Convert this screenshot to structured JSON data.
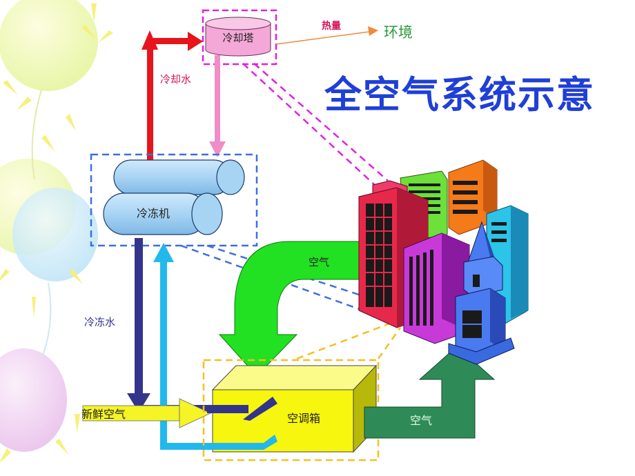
{
  "title": "全空气系统示意",
  "labels": {
    "cooling_tower": "冷却塔",
    "heat": "热量",
    "environment": "环境",
    "cooling_water": "冷却水",
    "chiller": "冷冻机",
    "chilled_water": "冷冻水",
    "air_top": "空气",
    "air_handler": "空调箱",
    "fresh_air": "新鲜空气",
    "air_bottom": "空气"
  },
  "colors": {
    "title": "#1f3fd6",
    "cooling_water_arrow": "#e8141b",
    "return_pink_arrow": "#f08cc8",
    "chilled_water_arrow": "#33358c",
    "return_cyan_arrow": "#22b8ec",
    "air_green_arrow": "#22e022",
    "supply_dark_green": "#2e8b57",
    "fresh_air_yellow": "#f4f427",
    "air_handler_box": "#f6f60f",
    "chiller_cylinder": "#a8d4f4",
    "cooling_tower": "#f4a8d8",
    "magenta_dash": "#e020e0",
    "blue_dash": "#3b6fe0",
    "yellow_dash": "#f4c020"
  }
}
